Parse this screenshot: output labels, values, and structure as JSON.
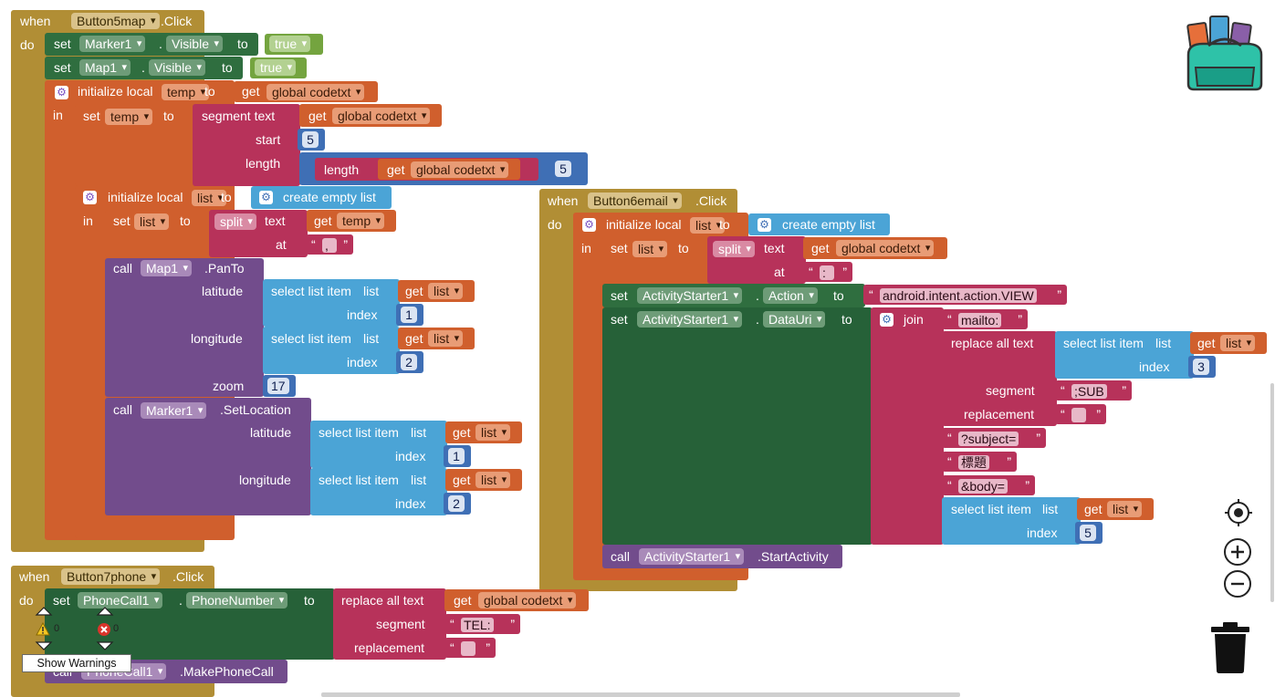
{
  "kw": {
    "when": "when",
    "do": "do",
    "in": "in",
    "set": "set",
    "to": "to",
    "get": "get",
    "call": "call",
    "click": ".Click",
    "visible": "Visible",
    "initialize_local": "initialize local",
    "segment_text": "segment text",
    "start": "start",
    "length": "length",
    "minus": "-",
    "create_empty_list": "create empty list",
    "split": "split",
    "text": "text",
    "at": "at",
    "pan_to": ".PanTo",
    "latitude": "latitude",
    "longitude": "longitude",
    "zoom": "zoom",
    "select_list_item": "select list item",
    "list": "list",
    "index": "index",
    "set_location": ".SetLocation",
    "action": "Action",
    "data_uri": "DataUri",
    "join": "join",
    "replace_all_text": "replace all text",
    "segment": "segment",
    "replacement": "replacement",
    "start_activity": ".StartActivity",
    "phone_number": "PhoneNumber",
    "make_phone_call": ".MakePhoneCall",
    "dot": "."
  },
  "components": {
    "button5": "Button5map",
    "button6": "Button6email",
    "button7": "Button7phone",
    "marker1": "Marker1",
    "map1": "Map1",
    "activity_starter": "ActivityStarter1",
    "phone_call": "PhoneCall1"
  },
  "vars": {
    "temp": "temp",
    "list": "list",
    "global_codetxt": "global codetxt"
  },
  "values": {
    "true": "true",
    "five": "5",
    "one": "1",
    "two": "2",
    "three": "3",
    "zoom": "17"
  },
  "strings": {
    "comma": ",",
    "colon": ":",
    "action_view": "android.intent.action.VIEW",
    "mailto": "mailto:",
    "sub": ";SUB",
    "blank": " ",
    "subject": "?subject=",
    "title_cjk": "標題",
    "body": "&body=",
    "tel": "TEL:"
  },
  "warnings": {
    "warn_count": "0",
    "error_count": "0",
    "show_warnings": "Show Warnings"
  },
  "colors": {
    "event": "#b18e35",
    "component_set": "#2f6e3f",
    "variable": "#d05f2d",
    "logic": "#74a43f",
    "text": "#b7325a",
    "lists": "#4ba4d6",
    "math": "#3f6fb5",
    "component_call": "#724c8c"
  },
  "icons": [
    "backpack-icon",
    "locate-icon",
    "zoom-in-icon",
    "zoom-out-icon",
    "trash-icon",
    "warning-icon",
    "error-icon",
    "mutator-gear-icon"
  ]
}
